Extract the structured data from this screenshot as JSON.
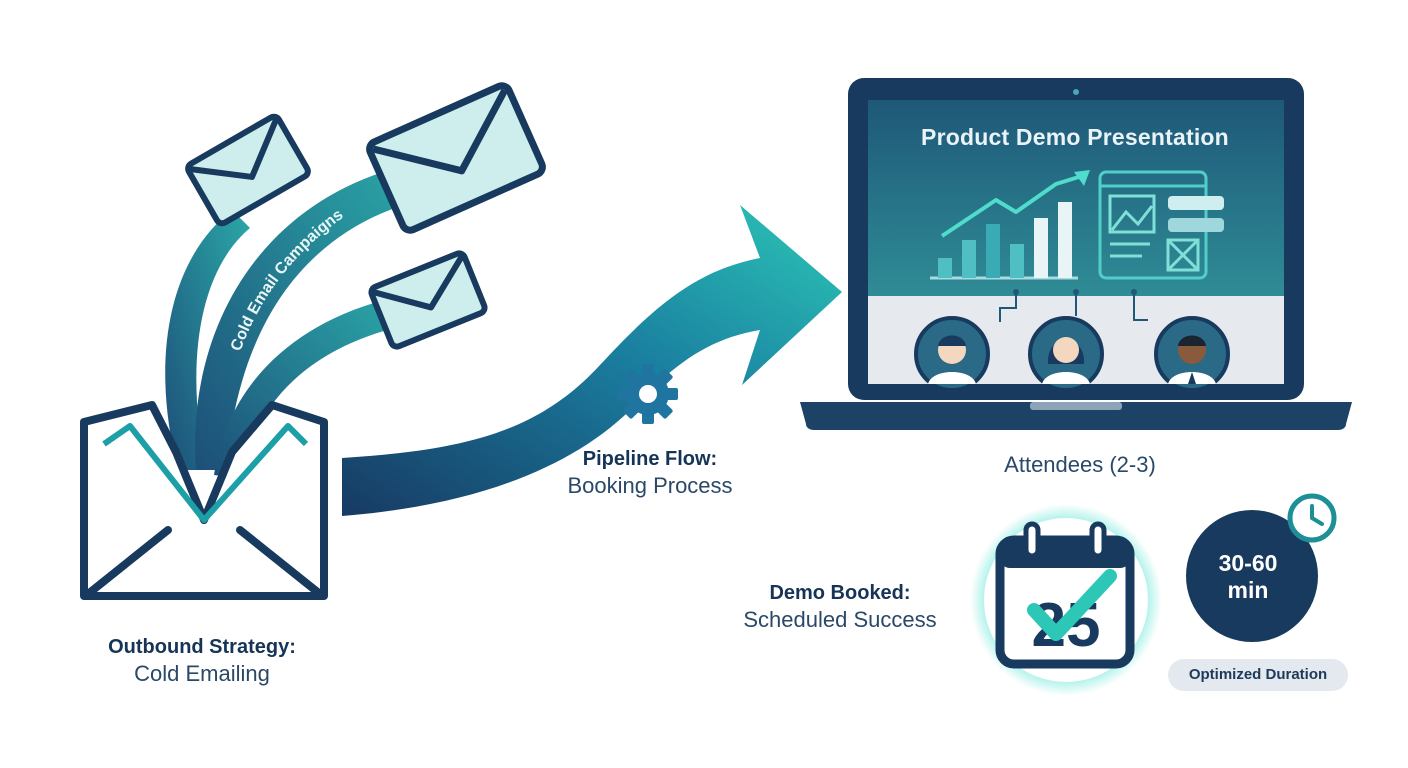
{
  "outbound": {
    "title": "Outbound Strategy:",
    "subtitle": "Cold Emailing"
  },
  "campaign_label": "Cold Email Campaigns",
  "pipeline": {
    "title": "Pipeline Flow:",
    "subtitle": "Booking Process"
  },
  "demo_screen": {
    "title": "Product Demo Presentation",
    "attendees": "Attendees (2-3)"
  },
  "booked": {
    "title": "Demo Booked:",
    "subtitle": "Scheduled Success",
    "calendar_day": "25"
  },
  "duration": {
    "line1": "30-60",
    "line2": "min",
    "badge": "Optimized Duration"
  },
  "icons": [
    "envelope-icon",
    "gear-icon",
    "laptop-icon",
    "bar-chart-icon",
    "person-icon",
    "calendar-icon",
    "checkmark-icon",
    "clock-icon"
  ],
  "colors": {
    "navy": "#183a5e",
    "teal": "#1fb5a8",
    "light_teal": "#cdeeed",
    "screen": "#1f5873"
  }
}
